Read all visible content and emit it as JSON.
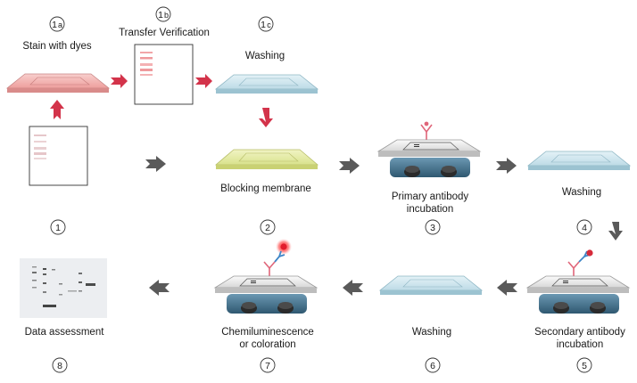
{
  "steps": {
    "s1a": {
      "badge": "1",
      "badge_sub": "a",
      "label": "Stain with dyes"
    },
    "s1b": {
      "badge": "1",
      "badge_sub": "b",
      "label": "Transfer Verification"
    },
    "s1c": {
      "badge": "1",
      "badge_sub": "c",
      "label": "Washing"
    },
    "s1": {
      "badge": "1"
    },
    "s2": {
      "badge": "2",
      "label": "Blocking membrane"
    },
    "s3": {
      "badge": "3",
      "label_line1": "Primary antibody",
      "label_line2": "incubation"
    },
    "s4": {
      "badge": "4",
      "label": "Washing"
    },
    "s5": {
      "badge": "5",
      "label_line1": "Secondary antibody",
      "label_line2": "incubation"
    },
    "s6": {
      "badge": "6",
      "label": "Washing"
    },
    "s7": {
      "badge": "7",
      "label_line1": "Chemiluminescence",
      "label_line2": "or coloration"
    },
    "s8": {
      "badge": "8",
      "label": "Data assessment"
    }
  },
  "colors": {
    "red_arrow": "#d3334a",
    "gray_arrow": "#5a5a5a",
    "stain_tray": "#f4b6b4",
    "wash_tray": "#cfe6ee",
    "block_tray": "#e6eca8",
    "rocker_base": "#3f6f8c"
  }
}
